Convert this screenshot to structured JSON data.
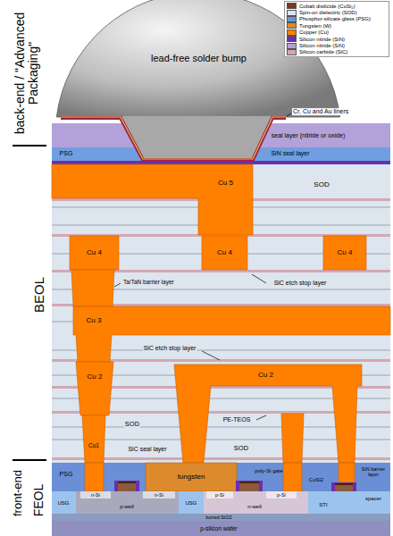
{
  "diagram": {
    "nodes": [
      {
        "text": [
          "lead-free solder bump"
        ]
      },
      {
        "text": [
          "Cu 5"
        ]
      },
      {
        "text": [
          "Cu 4"
        ]
      },
      {
        "text": [
          "Cu 4"
        ]
      },
      {
        "text": [
          "Cu 4"
        ]
      },
      {
        "text": [
          "Cu 3"
        ]
      },
      {
        "text": [
          "Cu 2"
        ]
      },
      {
        "text": [
          "Cu 2"
        ]
      },
      {
        "text": [
          "Cu1"
        ]
      },
      {
        "text": [
          "tungsten"
        ]
      }
    ],
    "labels": [
      "back-end / \"Advanced Packaging\"",
      "BEOL",
      "front-end",
      "FEOL",
      "Cr, Cu and Au liners",
      "seal layer (nitride or oxide)",
      "PSG",
      "SiN seal layer",
      "SOD",
      "Ta/TaN barrier layer",
      "SiC etch stop layer",
      "SiC etch stop layer",
      "SOD",
      "PE-TEOS",
      "SOD",
      "SiC seal layer",
      "PSG",
      "poly-Si gate",
      "SiN barrier layer",
      "CoSi2",
      "n-Si",
      "n-Si",
      "p-well",
      "p-Si",
      "p-Si",
      "n-well",
      "spacer",
      "USG",
      "USG",
      "STI",
      "buried SiO2",
      "p-silicon wafer"
    ],
    "legend": [
      {
        "text": "Cobalt disilicide (CoSi₂)",
        "color": "#7a3b1c"
      },
      {
        "text": "Spin-on dielectric (SOD)",
        "color": "#dde5ee"
      },
      {
        "text": "Phosphor-silicate glass (PSG)",
        "color": "#6f95d8"
      },
      {
        "text": "Tungsten (W)",
        "color": "#dc8a2c"
      },
      {
        "text": "Copper (Cu)",
        "color": "#ff7f00"
      },
      {
        "text": "Silicon nitride (SiN)",
        "color": "#6a2fb0"
      },
      {
        "text": "Silicon nitride (SiN)",
        "color": "#b3a2d9"
      },
      {
        "text": "Silicon carbide (SiC)",
        "color": "#d3a8b3"
      }
    ]
  }
}
